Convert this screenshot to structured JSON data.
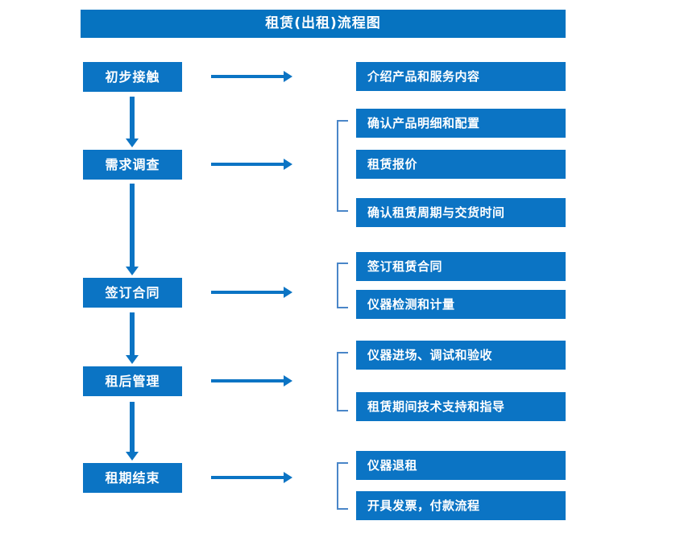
{
  "diagram": {
    "title": "租赁(出租)流程图",
    "accent_color": "#0b74c4",
    "title_bar_color": "#0673c0",
    "bracket_color": "#4a86c8",
    "text_color": "#ffffff",
    "background_color": "#ffffff"
  },
  "stages": [
    {
      "id": "initial-contact",
      "label": "初步接触"
    },
    {
      "id": "needs-survey",
      "label": "需求调查"
    },
    {
      "id": "sign-contract",
      "label": "签订合同"
    },
    {
      "id": "post-rental-mgmt",
      "label": "租后管理"
    },
    {
      "id": "rental-period-end",
      "label": "租期结束"
    }
  ],
  "details": [
    {
      "id": "introduce-products",
      "label": "介绍产品和服务内容"
    },
    {
      "id": "confirm-product-spec",
      "label": "确认产品明细和配置"
    },
    {
      "id": "rental-quotation",
      "label": "租赁报价"
    },
    {
      "id": "confirm-period",
      "label": "确认租赁周期与交货时间"
    },
    {
      "id": "sign-rental-contract",
      "label": "签订租赁合同"
    },
    {
      "id": "instrument-testing",
      "label": "仪器检测和计量"
    },
    {
      "id": "instrument-arrival",
      "label": "仪器进场、调试和验收"
    },
    {
      "id": "technical-support",
      "label": "租赁期间技术支持和指导"
    },
    {
      "id": "instrument-return",
      "label": "仪器退租"
    },
    {
      "id": "invoice-payment",
      "label": "开具发票，付款流程"
    }
  ],
  "flow": {
    "stage_connector_count": 4,
    "stage_to_detail_arrow_count": 5,
    "bracket_group_count": 4
  }
}
